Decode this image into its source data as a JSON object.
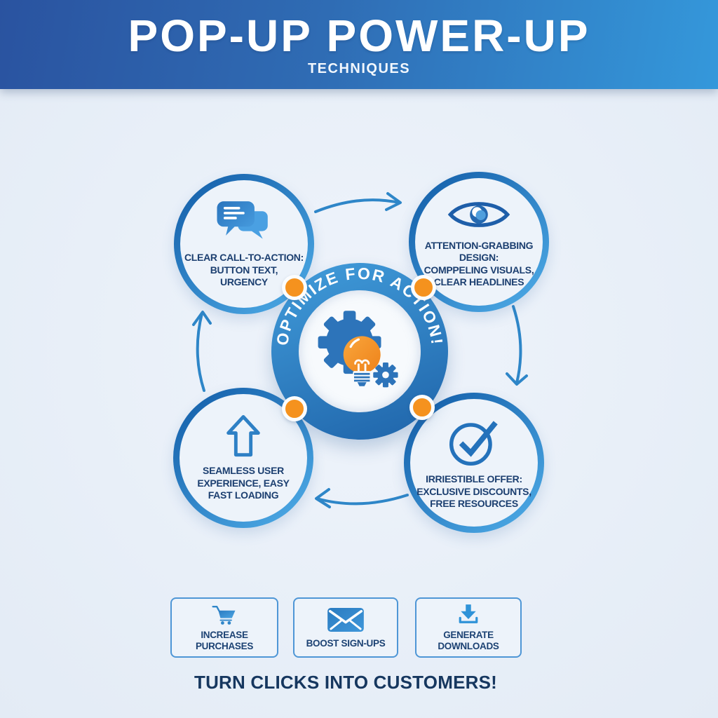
{
  "header": {
    "title": "POP-UP POWER-UP",
    "subtitle": "TECHNIQUES"
  },
  "hub": {
    "ring_text": "OPTIMIZE FOR ACTION!",
    "icon": "gear-lightbulb-icon"
  },
  "nodes": [
    {
      "position": "top-left",
      "icon": "chat-bubbles-icon",
      "text": "CLEAR CALL-TO-ACTION:\nBUTTON TEXT,\nURGENCY"
    },
    {
      "position": "top-right",
      "icon": "eye-icon",
      "text": "ATTENTION-GRABBING DESIGN:\nCOMPPELING VISUALS,\nCLEAR HEADLINES"
    },
    {
      "position": "bottom-left",
      "icon": "up-arrow-icon",
      "text": "SEAMLESS USER\nEXPERIENCE, EASY\nFAST LOADING"
    },
    {
      "position": "bottom-right",
      "icon": "check-circle-icon",
      "text": "IRRIESTIBLE OFFER:\nEXCLUSIVE DISCOUNTS,\nFREE RESOURCES"
    }
  ],
  "outcomes": [
    {
      "icon": "shopping-cart-icon",
      "label": "INCREASE PURCHASES"
    },
    {
      "icon": "envelope-icon",
      "label": "BOOST SIGN-UPS"
    },
    {
      "icon": "download-icon",
      "label": "GENERATE\nDOWNLOADS"
    }
  ],
  "footer": {
    "tagline": "TURN CLICKS INTO CUSTOMERS!"
  },
  "colors": {
    "header_gradient_start": "#2a53a0",
    "header_gradient_end": "#3498db",
    "accent_blue": "#2e86c8",
    "accent_orange": "#f5921e",
    "navy_text": "#1c3f70",
    "background": "#e9f0f8",
    "circle_border_dark": "#1a67b0",
    "circle_border_light": "#45a0de"
  }
}
